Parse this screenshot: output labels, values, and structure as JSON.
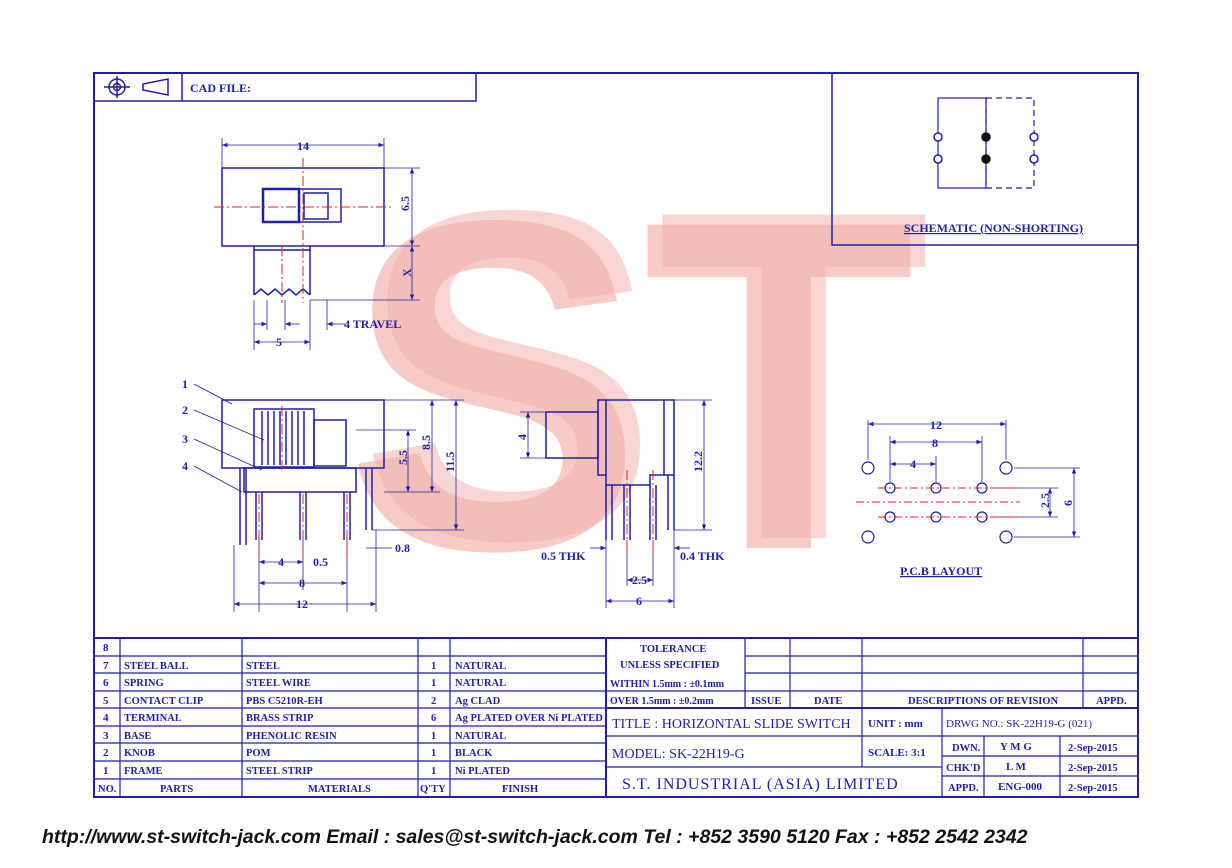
{
  "header": {
    "cad_file_label": "CAD FILE:"
  },
  "schematic": {
    "title": "SCHEMATIC (NON-SHORTING)"
  },
  "dimensions": {
    "top_width": "14",
    "top_height": "6.5",
    "top_x": "X",
    "top_travel": "4 TRAVEL",
    "top_knob_width": "5",
    "side_5_5": "5.5",
    "side_8_5": "8.5",
    "side_11_5": "11.5",
    "side_0_8": "0.8",
    "side_4": "4",
    "side_0_5": "0.5",
    "side_8": "8",
    "side_12": "12",
    "end_4": "4",
    "end_12_2": "12.2",
    "end_0_5_thk": "0.5 THK",
    "end_0_4_thk": "0.4 THK",
    "end_2_5": "2.5",
    "end_6": "6",
    "pcb_12": "12",
    "pcb_8": "8",
    "pcb_4": "4",
    "pcb_2_5": "2.5",
    "pcb_6": "6"
  },
  "callouts": [
    "1",
    "2",
    "3",
    "4"
  ],
  "pcb": {
    "title": "P.C.B LAYOUT"
  },
  "watermark": "ST",
  "parts_table": {
    "rows": [
      {
        "no": "8",
        "part": "",
        "material": "",
        "qty": "",
        "finish": ""
      },
      {
        "no": "7",
        "part": "STEEL BALL",
        "material": "STEEL",
        "qty": "1",
        "finish": "NATURAL"
      },
      {
        "no": "6",
        "part": "SPRING",
        "material": "STEEL WIRE",
        "qty": "1",
        "finish": "NATURAL"
      },
      {
        "no": "5",
        "part": "CONTACT CLIP",
        "material": "PBS C5210R-EH",
        "qty": "2",
        "finish": "Ag CLAD"
      },
      {
        "no": "4",
        "part": "TERMINAL",
        "material": "BRASS STRIP",
        "qty": "6",
        "finish": "Ag PLATED OVER Ni PLATED"
      },
      {
        "no": "3",
        "part": "BASE",
        "material": "PHENOLIC RESIN",
        "qty": "1",
        "finish": "NATURAL"
      },
      {
        "no": "2",
        "part": "KNOB",
        "material": "POM",
        "qty": "1",
        "finish": "BLACK"
      },
      {
        "no": "1",
        "part": "FRAME",
        "material": "STEEL STRIP",
        "qty": "1",
        "finish": "Ni PLATED"
      }
    ],
    "header": {
      "no": "NO.",
      "part": "PARTS",
      "material": "MATERIALS",
      "qty": "Q'TY",
      "finish": "FINISH"
    }
  },
  "tolerance": {
    "line1": "TOLERANCE",
    "line2": "UNLESS SPECIFIED",
    "line3": "WITHIN 1.5mm : ±0.1mm",
    "line4": "OVER 1.5mm : ±0.2mm"
  },
  "revision": {
    "issue": "ISSUE",
    "date": "DATE",
    "desc": "DESCRIPTIONS OF REVISION",
    "appd": "APPD."
  },
  "title_block": {
    "title": "TITLE : HORIZONTAL SLIDE SWITCH",
    "unit": "UNIT : mm",
    "drwg": "DRWG NO.: SK-22H19-G (021)",
    "model": "MODEL: SK-22H19-G",
    "scale": "SCALE: 3:1",
    "dwn_label": "DWN.",
    "dwn_name": "Y M G",
    "dwn_date": "2-Sep-2015",
    "chkd_label": "CHK'D",
    "chkd_name": "L M",
    "chkd_date": "2-Sep-2015",
    "appd_label": "APPD.",
    "appd_name": "ENG-000",
    "appd_date": "2-Sep-2015",
    "company": "S.T. INDUSTRIAL (ASIA) LIMITED"
  },
  "footer": "http://www.st-switch-jack.com  Email : sales@st-switch-jack.com  Tel : +852 3590 5120  Fax : +852 2542 2342",
  "colors": {
    "line": "#1f1fa8",
    "center": "#e02020",
    "watermark": "#f2b3ad"
  }
}
